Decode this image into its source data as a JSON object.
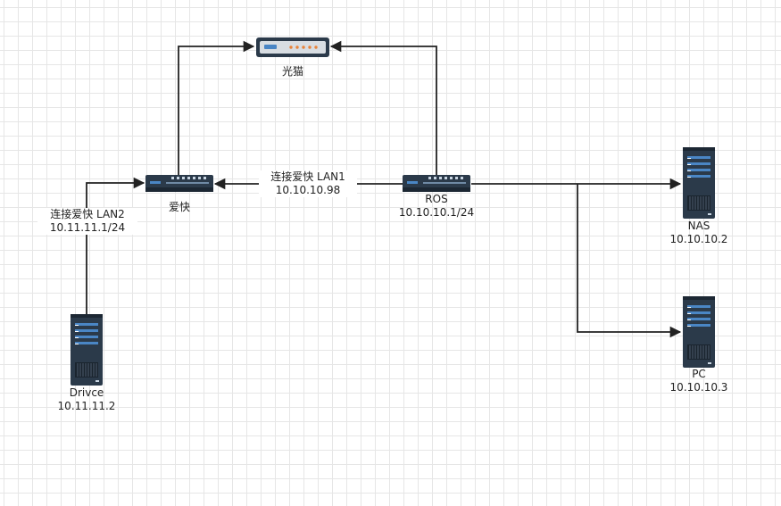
{
  "nodes": {
    "modem": {
      "name": "光猫"
    },
    "ikuai": {
      "name": "爱快"
    },
    "ros": {
      "name": "ROS",
      "ip": "10.10.10.1/24"
    },
    "nas": {
      "name": "NAS",
      "ip": "10.10.10.2"
    },
    "pc": {
      "name": "PC",
      "ip": "10.10.10.3"
    },
    "drivce": {
      "name": "Drivce",
      "ip": "10.11.11.2"
    }
  },
  "edges": {
    "lan1": {
      "label": "连接爱快 LAN1",
      "ip": "10.10.10.98"
    },
    "lan2": {
      "label": "连接爱快 LAN2",
      "ip": "10.11.11.1/24"
    }
  },
  "colors": {
    "line": "#222222",
    "device": "#2b3a4a",
    "device_dark": "#1c2733",
    "device_accent": "#4a86c5",
    "modem_dot": "#e8833a"
  },
  "icons": {
    "modem": "modem-icon",
    "switch": "switch-icon",
    "server": "server-icon"
  }
}
